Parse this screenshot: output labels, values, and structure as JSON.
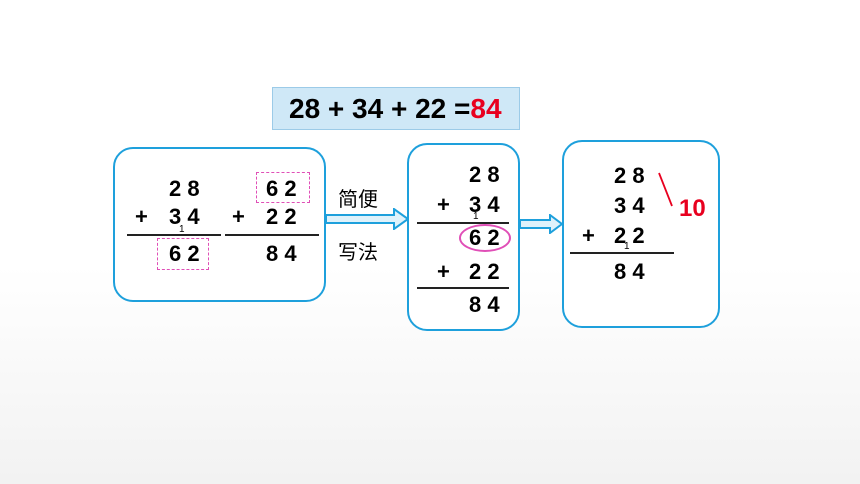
{
  "equation": {
    "expression": "28 + 34 + 22 =",
    "answer": "84"
  },
  "panel1": {
    "calc1": {
      "top": "2 8",
      "op": "+",
      "bottom": "3 4",
      "carry": "1",
      "result": "6 2"
    },
    "calc2": {
      "top": "6 2",
      "op": "+",
      "bottom": "2 2",
      "result": "8 4"
    }
  },
  "arrow1": {
    "label_top": "简便",
    "label_bottom": "写法"
  },
  "panel2": {
    "row1": "2 8",
    "op1": "+",
    "row2": "3 4",
    "carry": "1",
    "partial": "6 2",
    "op2": "+",
    "row3": "2 2",
    "result": "8 4"
  },
  "panel3": {
    "row1": "2 8",
    "row2": "3 4",
    "op": "+",
    "row3": "2 2",
    "carry": "1",
    "result": "8 4",
    "note": "10"
  },
  "colors": {
    "accent": "#1ea0dc",
    "highlight": "#e04fb7",
    "answer": "#e8001f",
    "title_bg": "#cfe8f7"
  }
}
